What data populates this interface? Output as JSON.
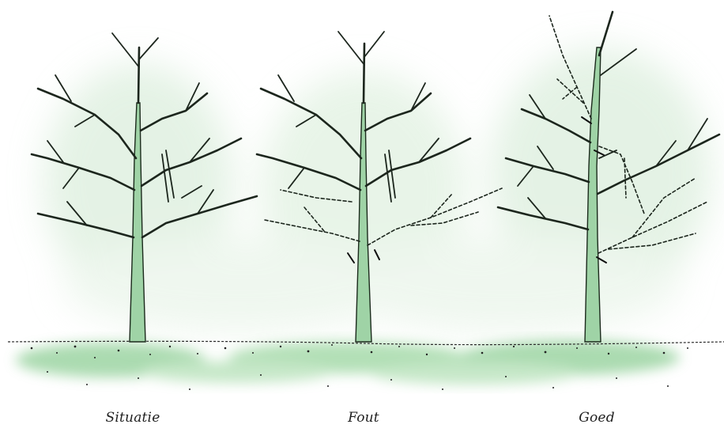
{
  "captions": {
    "situatie": "Situatie",
    "fout": "Fout",
    "goed": "Goed"
  },
  "colors": {
    "trunk": "#9fd3a6",
    "wash": "#cfe8d0",
    "ink": "#1c261d"
  },
  "trees": [
    {
      "id": "situatie",
      "pruned": false,
      "dashed_branches": false
    },
    {
      "id": "fout",
      "pruned": true,
      "dashed_branches": true
    },
    {
      "id": "goed",
      "pruned": true,
      "dashed_branches": true
    }
  ]
}
